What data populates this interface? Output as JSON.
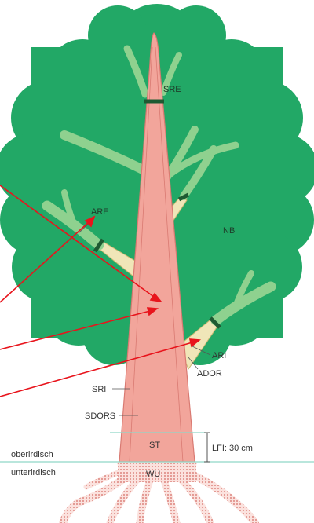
{
  "labels": {
    "sre": "SRE",
    "are": "ARE",
    "nb": "NB",
    "ari": "ARI",
    "ador": "ADOR",
    "sri": "SRI",
    "sdors": "SDORS",
    "st": "ST",
    "lfi": "LFI: 30 cm",
    "above": "oberirdisch",
    "below": "unterirdisch",
    "wu": "WU"
  },
  "colors": {
    "crown": "#22a866",
    "crown_dark": "#1c9a5c",
    "branch": "#8fd18f",
    "branch_pale": "#f0e6b8",
    "stem": "#f2a59b",
    "stem_edge": "#d97a72",
    "roots": "#f5b0a8",
    "arrow": "#e8141c",
    "ground_line": "#8fd8c8"
  }
}
